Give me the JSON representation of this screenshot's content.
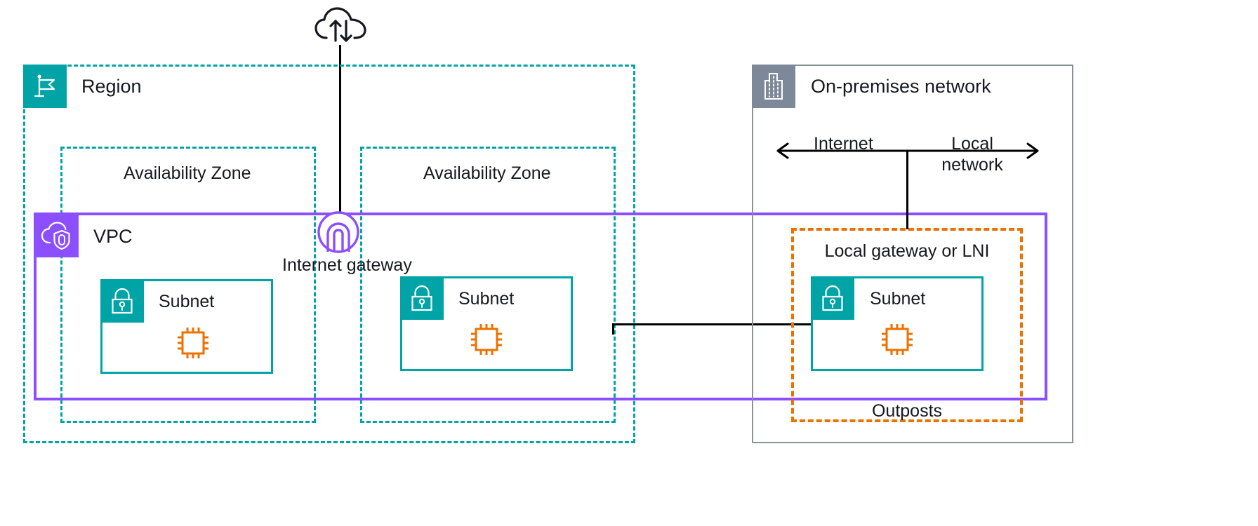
{
  "diagram": {
    "title": "AWS Outposts local gateway / LNI architecture",
    "colors": {
      "teal": "#00a4a6",
      "purple": "#8c4fff",
      "orange": "#ed7100",
      "gray_blue": "#7d8998",
      "gray_border": "#879196",
      "black": "#000000",
      "white": "#ffffff"
    }
  },
  "region": {
    "label": "Region",
    "icon": "region-flag-icon"
  },
  "availability_zones": [
    {
      "label": "Availability Zone"
    },
    {
      "label": "Availability Zone"
    }
  ],
  "vpc": {
    "label": "VPC",
    "icon": "vpc-cloud-shield-icon"
  },
  "internet_gateway": {
    "label": "Internet gateway",
    "icon": "internet-gateway-icon"
  },
  "internet_cloud": {
    "icon": "internet-cloud-icon"
  },
  "subnets": [
    {
      "label": "Subnet",
      "icon": "subnet-lock-icon",
      "instance_icon": "ec2-instance-icon"
    },
    {
      "label": "Subnet",
      "icon": "subnet-lock-icon",
      "instance_icon": "ec2-instance-icon"
    },
    {
      "label": "Subnet",
      "icon": "subnet-lock-icon",
      "instance_icon": "ec2-instance-icon"
    }
  ],
  "on_premises": {
    "label": "On-premises network",
    "icon": "on-premises-building-icon",
    "traffic_arrow": {
      "left_label": "Internet",
      "right_label_line1": "Local",
      "right_label_line2": "network"
    }
  },
  "outposts": {
    "local_gateway_label": "Local gateway or LNI",
    "footer_label": "Outposts"
  }
}
